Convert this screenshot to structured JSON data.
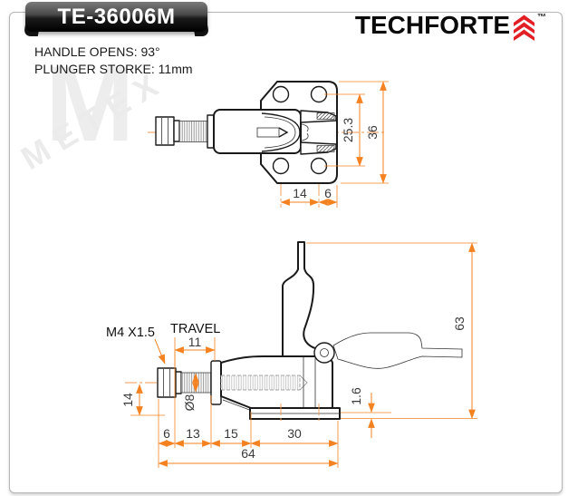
{
  "header": {
    "model": "TE-36006M",
    "brand": "TECHFORTE",
    "trademark": "™"
  },
  "specs": {
    "handle_opens": "HANDLE OPENS: 93°",
    "plunger_stroke": "PLUNGER STORKE: 11mm"
  },
  "watermark": {
    "monogram": "M",
    "name": "METEX"
  },
  "colors": {
    "dimension_orange": "#f58220",
    "drawing_black": "#1a1a1a",
    "brand_red": "#e31e24"
  },
  "top_view": {
    "dims": {
      "hole_pitch_vertical": "25.3",
      "plate_height": "36",
      "hole_pitch_horizontal": "14",
      "hole_edge_offset": "6"
    }
  },
  "side_view": {
    "labels": {
      "thread_spec": "M4 X1.5",
      "travel_label": "TRAVEL",
      "travel_value": "11",
      "plunger_diameter": "Ø8"
    },
    "dims": {
      "height_to_center": "14",
      "seg_nut": "6",
      "seg_thread": "13",
      "seg_front": "15",
      "seg_base": "30",
      "overall_length": "64",
      "overall_height": "63",
      "base_thickness": "1.6"
    }
  }
}
